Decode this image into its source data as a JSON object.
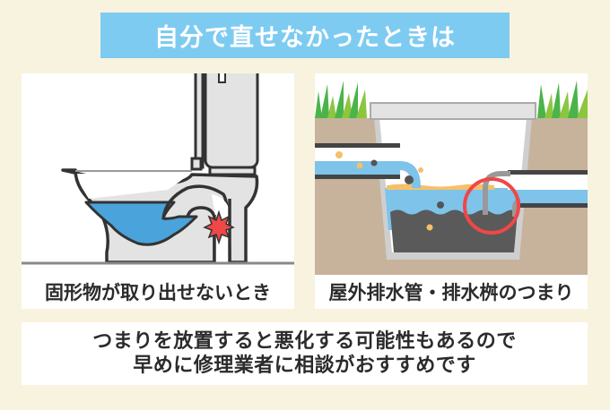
{
  "title": "自分で直せなかったときは",
  "panels": [
    {
      "label": "固形物が取り出せないとき",
      "illustration": "toilet-clog-cross-section"
    },
    {
      "label": "屋外排水管・排水桝のつまり",
      "illustration": "outdoor-drain-basin-clog"
    }
  ],
  "advice": {
    "line1": "つまりを放置すると悪化する可能性もあるので",
    "line2": "早めに修理業者に相談がおすすめです"
  },
  "colors": {
    "background": "#f8f3de",
    "banner": "#7ecbf1",
    "water": "#4aa3db",
    "drain_water": "#7ec3ea",
    "soil": "#c7b39b",
    "sludge": "#5a5a5a",
    "alert_red": "#f04747",
    "grass": "#4cb34a",
    "text": "#2b2b2b"
  }
}
